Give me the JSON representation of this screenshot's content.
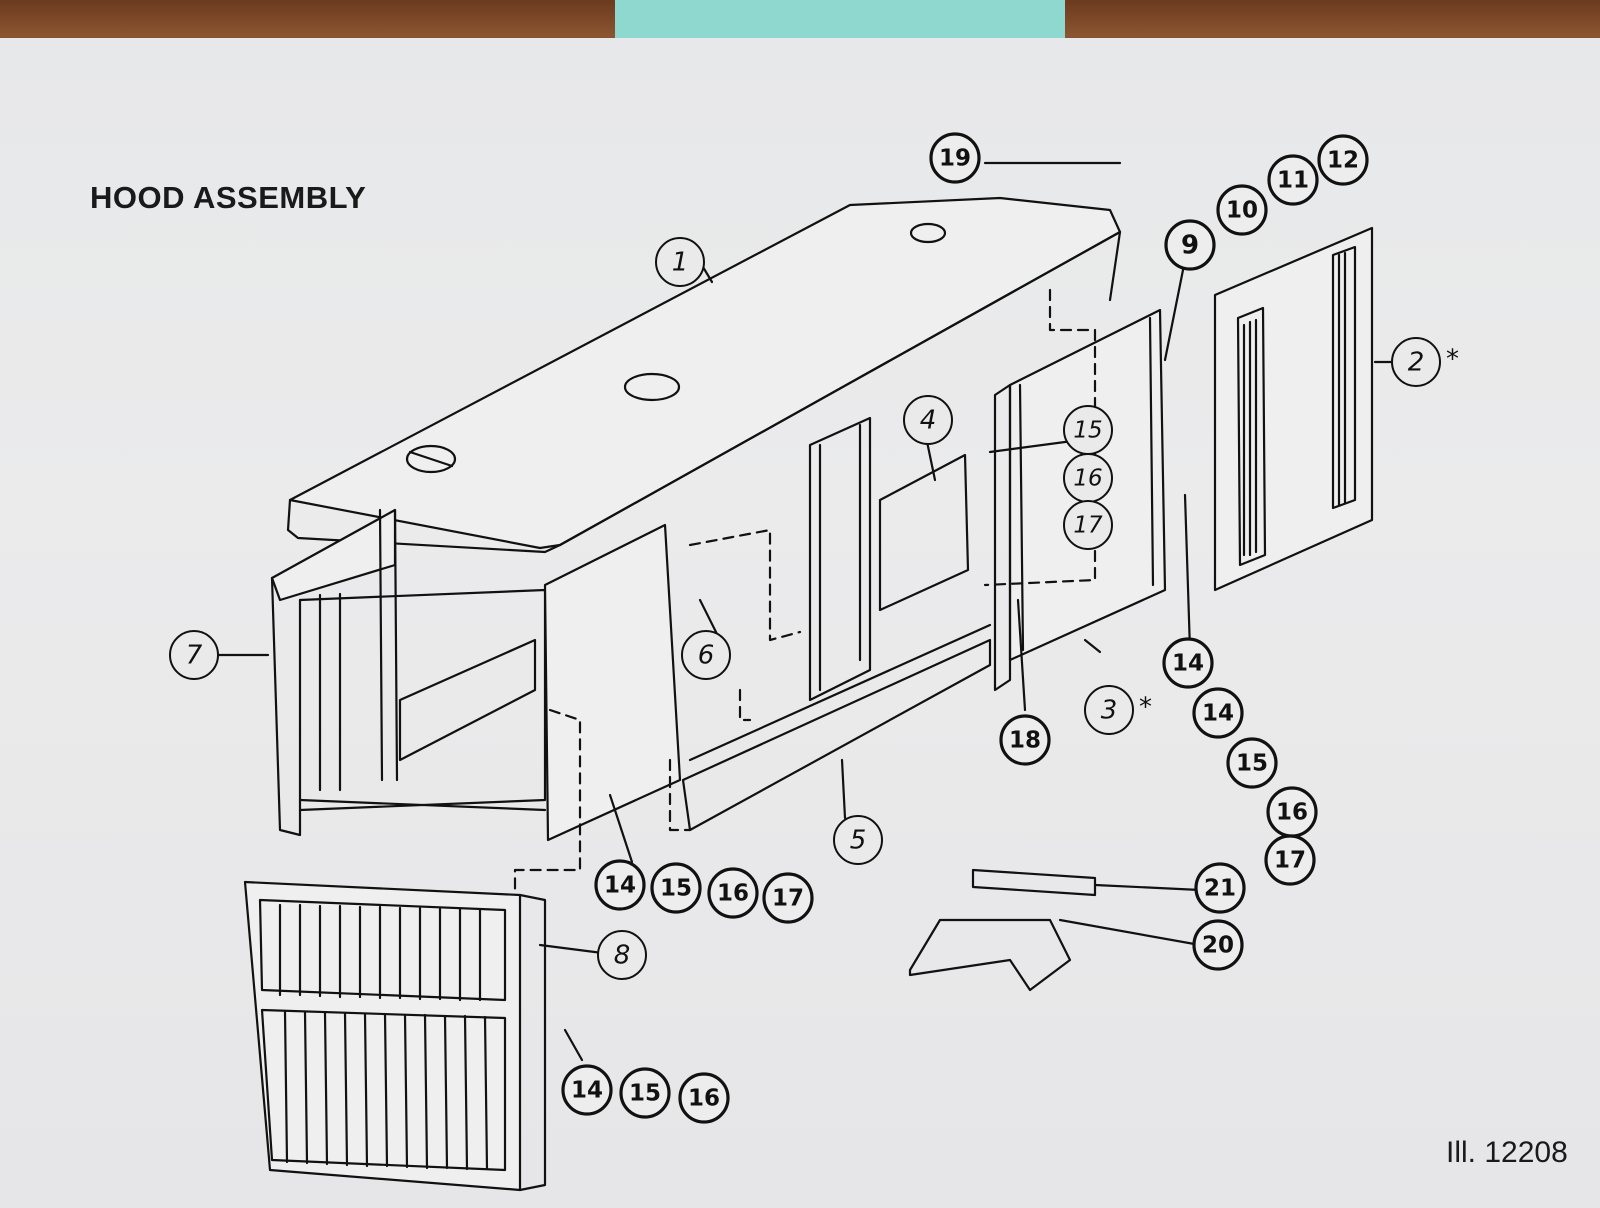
{
  "page": {
    "paper_color": "#e8e8ea",
    "ink_color": "#111111",
    "note_color": "#8ed8cf",
    "wood_color": "#7a4a28"
  },
  "title": "HOOD ASSEMBLY",
  "illustration_number": "Ill. 12208",
  "callouts": [
    {
      "label": "1",
      "style": "italic"
    },
    {
      "label": "2",
      "style": "italic",
      "suffix": "*"
    },
    {
      "label": "3",
      "style": "italic",
      "suffix": "*"
    },
    {
      "label": "4",
      "style": "italic"
    },
    {
      "label": "5",
      "style": "italic"
    },
    {
      "label": "6",
      "style": "italic"
    },
    {
      "label": "7",
      "style": "italic"
    },
    {
      "label": "8",
      "style": "italic"
    },
    {
      "label": "9",
      "style": "bold"
    },
    {
      "label": "10",
      "style": "bold"
    },
    {
      "label": "11",
      "style": "bold"
    },
    {
      "label": "12",
      "style": "bold"
    },
    {
      "label": "14",
      "style": "bold"
    },
    {
      "label": "15",
      "style": "italic"
    },
    {
      "label": "16",
      "style": "italic"
    },
    {
      "label": "17",
      "style": "italic"
    },
    {
      "label": "14",
      "style": "bold"
    },
    {
      "label": "15",
      "style": "bold"
    },
    {
      "label": "16",
      "style": "bold"
    },
    {
      "label": "17",
      "style": "bold"
    },
    {
      "label": "14",
      "style": "bold"
    },
    {
      "label": "15",
      "style": "bold"
    },
    {
      "label": "16",
      "style": "bold"
    },
    {
      "label": "17",
      "style": "bold"
    },
    {
      "label": "18",
      "style": "bold"
    },
    {
      "label": "19",
      "style": "bold"
    },
    {
      "label": "20",
      "style": "bold"
    },
    {
      "label": "21",
      "style": "bold"
    },
    {
      "label": "14",
      "style": "bold"
    },
    {
      "label": "15",
      "style": "bold"
    },
    {
      "label": "16",
      "style": "bold"
    }
  ]
}
